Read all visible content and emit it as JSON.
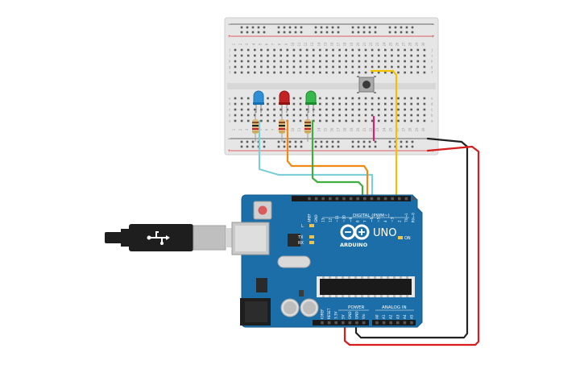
{
  "board": {
    "brand": "ARDUINO",
    "model": "UNO",
    "digital_header": "DIGITAL (PWM~)",
    "power_header": "POWER",
    "analog_header": "ANALOG IN",
    "led_on": "ON",
    "led_l": "L",
    "led_tx": "TX",
    "led_rx": "RX",
    "digital_pins": [
      "AREF",
      "GND",
      "13",
      "12",
      "~11",
      "~10",
      "~9",
      "8",
      "7",
      "~6",
      "~5",
      "4",
      "~3",
      "2",
      "TX→1",
      "RX←0"
    ],
    "power_pins": [
      "IOREF",
      "RESET",
      "3.3V",
      "5V",
      "GND",
      "GND",
      "Vin"
    ],
    "analog_pins": [
      "A0",
      "A1",
      "A2",
      "A3",
      "A4",
      "A5"
    ]
  },
  "breadboard": {
    "rows": [
      "a",
      "b",
      "c",
      "d",
      "e",
      "f",
      "g",
      "h",
      "i",
      "j"
    ],
    "rail_plus": "+",
    "rail_minus": "−",
    "column_numbers": [
      "1",
      "2",
      "3",
      "4",
      "5",
      "6",
      "7",
      "8",
      "9",
      "10",
      "11",
      "12",
      "13",
      "14",
      "15",
      "16",
      "17",
      "18",
      "19",
      "20",
      "21",
      "22",
      "23",
      "24",
      "25",
      "26",
      "27",
      "28",
      "29",
      "30"
    ]
  },
  "components": {
    "leds": [
      {
        "name": "led-blue",
        "color": "#1a6fb0",
        "lens": "#2f8fd6"
      },
      {
        "name": "led-red",
        "color": "#8e1414",
        "lens": "#c42222"
      },
      {
        "name": "led-green",
        "color": "#1f8a2a",
        "lens": "#36b84a"
      }
    ]
  },
  "wire_colors": {
    "blue": "#7ccfd8",
    "orange": "#f08a12",
    "green": "#3fae3f",
    "yellow": "#f2c200",
    "black": "#222222",
    "red": "#d81c1c",
    "magenta": "#d4207a"
  }
}
